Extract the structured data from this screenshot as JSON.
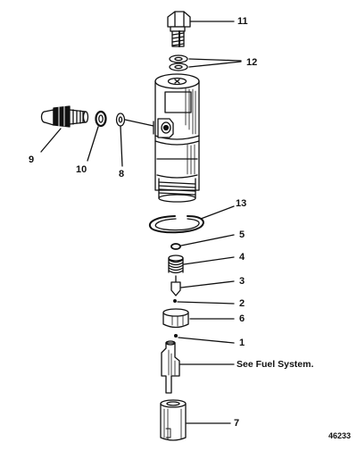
{
  "callouts": {
    "c1": "1",
    "c2": "2",
    "c3": "3",
    "c4": "4",
    "c5": "5",
    "c6": "6",
    "c7": "7",
    "c8": "8",
    "c9": "9",
    "c10": "10",
    "c11": "11",
    "c12": "12",
    "c13": "13"
  },
  "notes": {
    "fuel_system": "See Fuel System."
  },
  "figure_number": "46233",
  "colors": {
    "ink": "#111111",
    "paper": "#ffffff"
  }
}
